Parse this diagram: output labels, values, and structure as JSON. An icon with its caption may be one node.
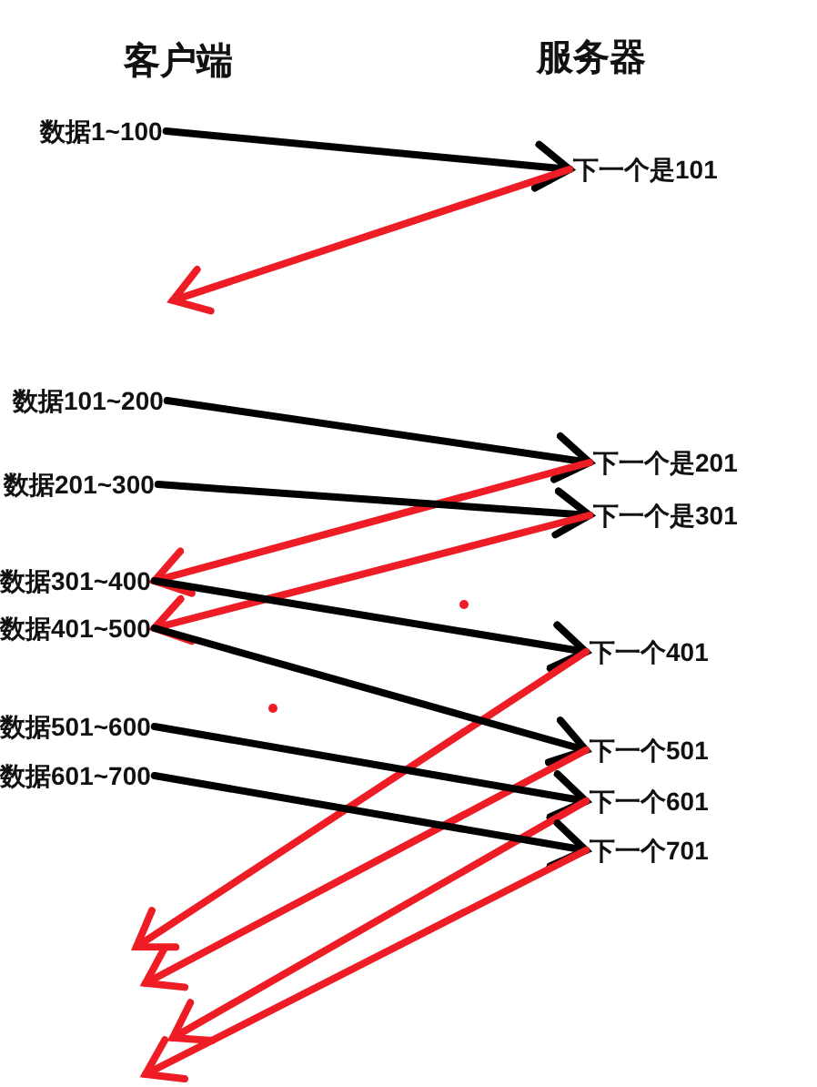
{
  "diagram": {
    "nodes": [
      {
        "text": [
          "数据1~100"
        ]
      },
      {
        "text": [
          "下一个是101"
        ]
      },
      {
        "text": [
          "数据101~200"
        ]
      },
      {
        "text": [
          "下一个是201"
        ]
      },
      {
        "text": [
          "数据201~300"
        ]
      },
      {
        "text": [
          "下一个是301"
        ]
      },
      {
        "text": [
          "数据301~400"
        ]
      },
      {
        "text": [
          "数据401~500"
        ]
      },
      {
        "text": [
          "下一个401"
        ]
      },
      {
        "text": [
          "数据501~600"
        ]
      },
      {
        "text": [
          "下一个501"
        ]
      },
      {
        "text": [
          "数据601~700"
        ]
      },
      {
        "text": [
          "下一个601"
        ]
      },
      {
        "text": [
          "下一个701"
        ]
      }
    ],
    "edges": [
      {
        "from": 0,
        "to": 1,
        "arrow": "to"
      },
      {
        "from": 1,
        "to": null,
        "arrow": "to",
        "color": "#ee1c25"
      },
      {
        "from": 2,
        "to": 3,
        "arrow": "to"
      },
      {
        "from": 3,
        "to": 6,
        "arrow": "to",
        "color": "#ee1c25"
      },
      {
        "from": 4,
        "to": 5,
        "arrow": "to"
      },
      {
        "from": 5,
        "to": 7,
        "arrow": "to",
        "color": "#ee1c25"
      },
      {
        "from": 6,
        "to": 8,
        "arrow": "to"
      },
      {
        "from": 8,
        "to": null,
        "arrow": "to",
        "color": "#ee1c25"
      },
      {
        "from": 7,
        "to": 10,
        "arrow": "to"
      },
      {
        "from": 10,
        "to": null,
        "arrow": "to",
        "color": "#ee1c25"
      },
      {
        "from": 9,
        "to": 12,
        "arrow": "to"
      },
      {
        "from": 12,
        "to": null,
        "arrow": "to",
        "color": "#ee1c25"
      },
      {
        "from": 11,
        "to": 13,
        "arrow": "to"
      },
      {
        "from": 13,
        "to": null,
        "arrow": "to",
        "color": "#ee1c25"
      }
    ],
    "labels": [
      "客户端",
      "服务器"
    ]
  }
}
